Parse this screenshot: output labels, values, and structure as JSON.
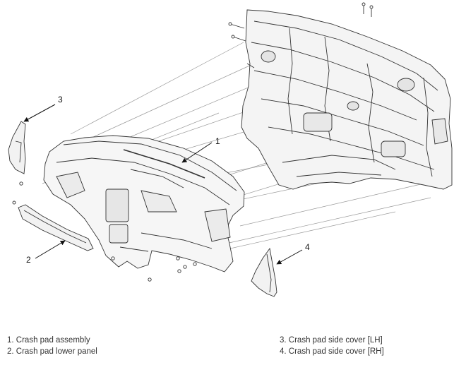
{
  "callouts": [
    "1",
    "2",
    "3",
    "4"
  ],
  "legend": {
    "left": [
      "1. Crash pad assembly",
      "2. Crash pad lower panel"
    ],
    "right": [
      "3. Crash pad side cover [LH]",
      "4. Crash pad side cover [RH]"
    ]
  },
  "colors": {
    "line": "#333333",
    "guide": "#9a9a9a",
    "fill": "#f4f4f4"
  }
}
